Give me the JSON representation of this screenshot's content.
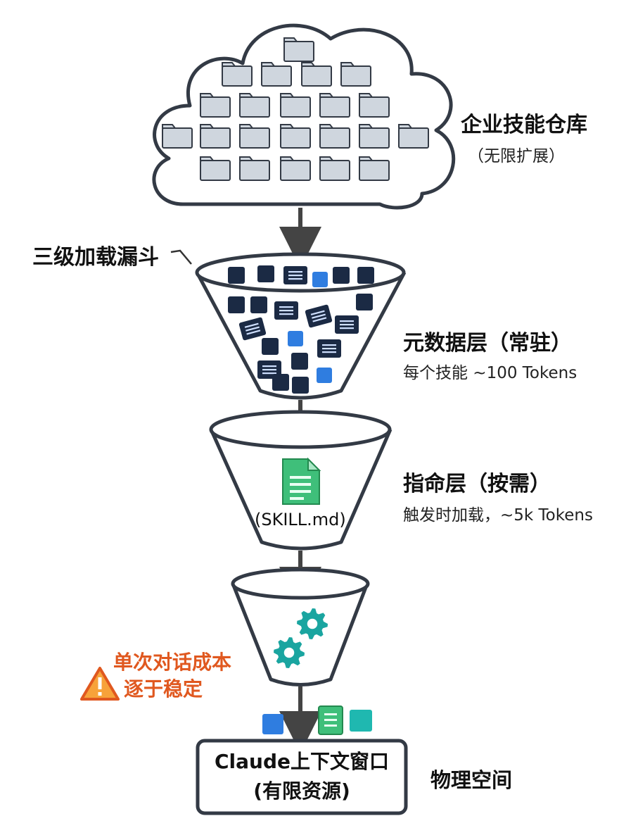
{
  "repository": {
    "title": "企业技能仓库",
    "subtitle": "（无限扩展）"
  },
  "funnel_label": "三级加载漏斗",
  "layer1": {
    "title": "元数据层（常驻）",
    "subtitle": "每个技能 ~100 Tokens"
  },
  "layer2": {
    "title": "指命层（按需）",
    "subtitle": "触发时加载，~5k Tokens",
    "file_label": "(SKILL.md)"
  },
  "warning": {
    "line1": "单次对话成本",
    "line2": "逐于稳定"
  },
  "context_window": {
    "line1": "Claude上下文窗口",
    "line2": "(有限资源)"
  },
  "physical_space": "物理空间",
  "colors": {
    "folder_fill": "#cfd6de",
    "outline": "#333a45",
    "dark_square": "#1b2a44",
    "blue_square": "#2f7de0",
    "green_doc": "#3fbf7a",
    "teal_gear": "#1aa5a0",
    "warning_orange": "#e0581f",
    "teal_square": "#1fb8b0"
  },
  "icons": [
    "folder-icon",
    "metadata-card-icon",
    "skill-document-icon",
    "gear-icon",
    "warning-icon"
  ]
}
